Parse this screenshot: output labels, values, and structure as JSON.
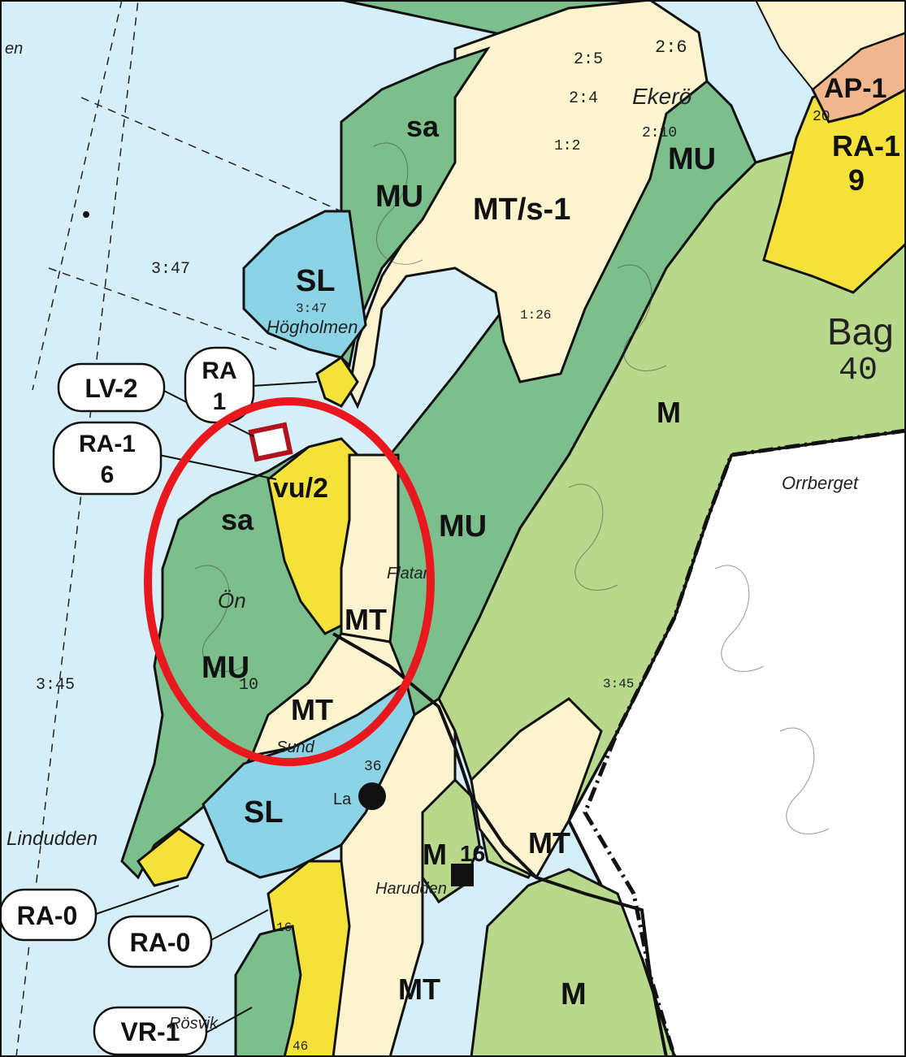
{
  "colors": {
    "water": "#d6eef7",
    "forest_mu": "#7cbf8c",
    "shore_sl": "#8dd3e6",
    "agri_mt": "#fbf4cf",
    "forest_m": "#b8d98b",
    "holiday_ra": "#f4e23a",
    "industry_ap": "#f0b78f",
    "white_area": "#ffffff",
    "outline": "#111111",
    "highlight_ring": "#e8181e"
  },
  "zones": {
    "sa_north": "sa",
    "mu_north": "MU",
    "mt_s1": "MT/s-1",
    "mu_ne": "MU",
    "sl_north": "SL",
    "m_east": "M",
    "mu_center": "MU",
    "vu2": "vu/2",
    "sa_south": "sa",
    "mt_center": "MT",
    "mu_west": "MU",
    "mt_lower": "MT",
    "sl_south": "SL",
    "mt_south_east": "MT",
    "m_south": "M",
    "m16": "M",
    "m16_num": "16",
    "mt_bottom": "MT",
    "m_bottom": "M",
    "ra19_top": "RA-1",
    "ra19_bottom": "9",
    "ap_top": "AP-1"
  },
  "places": {
    "ekero": "Ekerö",
    "hogholmen": "Högholmen",
    "on": "Ön",
    "lindudden": "Lindudden",
    "orrberget": "Orrberget",
    "bag": "Bag",
    "haruddan": "Harudden",
    "rosvik": "Rösvik",
    "sund": "Sund",
    "flatan": "Flatan",
    "la": "La",
    "west_edge": "en"
  },
  "parcels": {
    "p1": "2:6",
    "p2": "2:5",
    "p3": "2:4",
    "p4": "1:2",
    "p5": "2:10",
    "p6": "3:47",
    "p7": "3:47",
    "p8": "3:45",
    "p9": "3:45",
    "p10": "1:26",
    "n10": "10",
    "n16": "16",
    "n20": "20",
    "n36": "36",
    "n46": "46",
    "n40": "40"
  },
  "callouts": {
    "lv2": "LV-2",
    "ra1_top": "RA",
    "ra1_bottom": "1",
    "ra16_top": "RA-1",
    "ra16_bottom": "6",
    "ra0_left": "RA-0",
    "ra0_right": "RA-0",
    "vr1": "VR-1"
  }
}
